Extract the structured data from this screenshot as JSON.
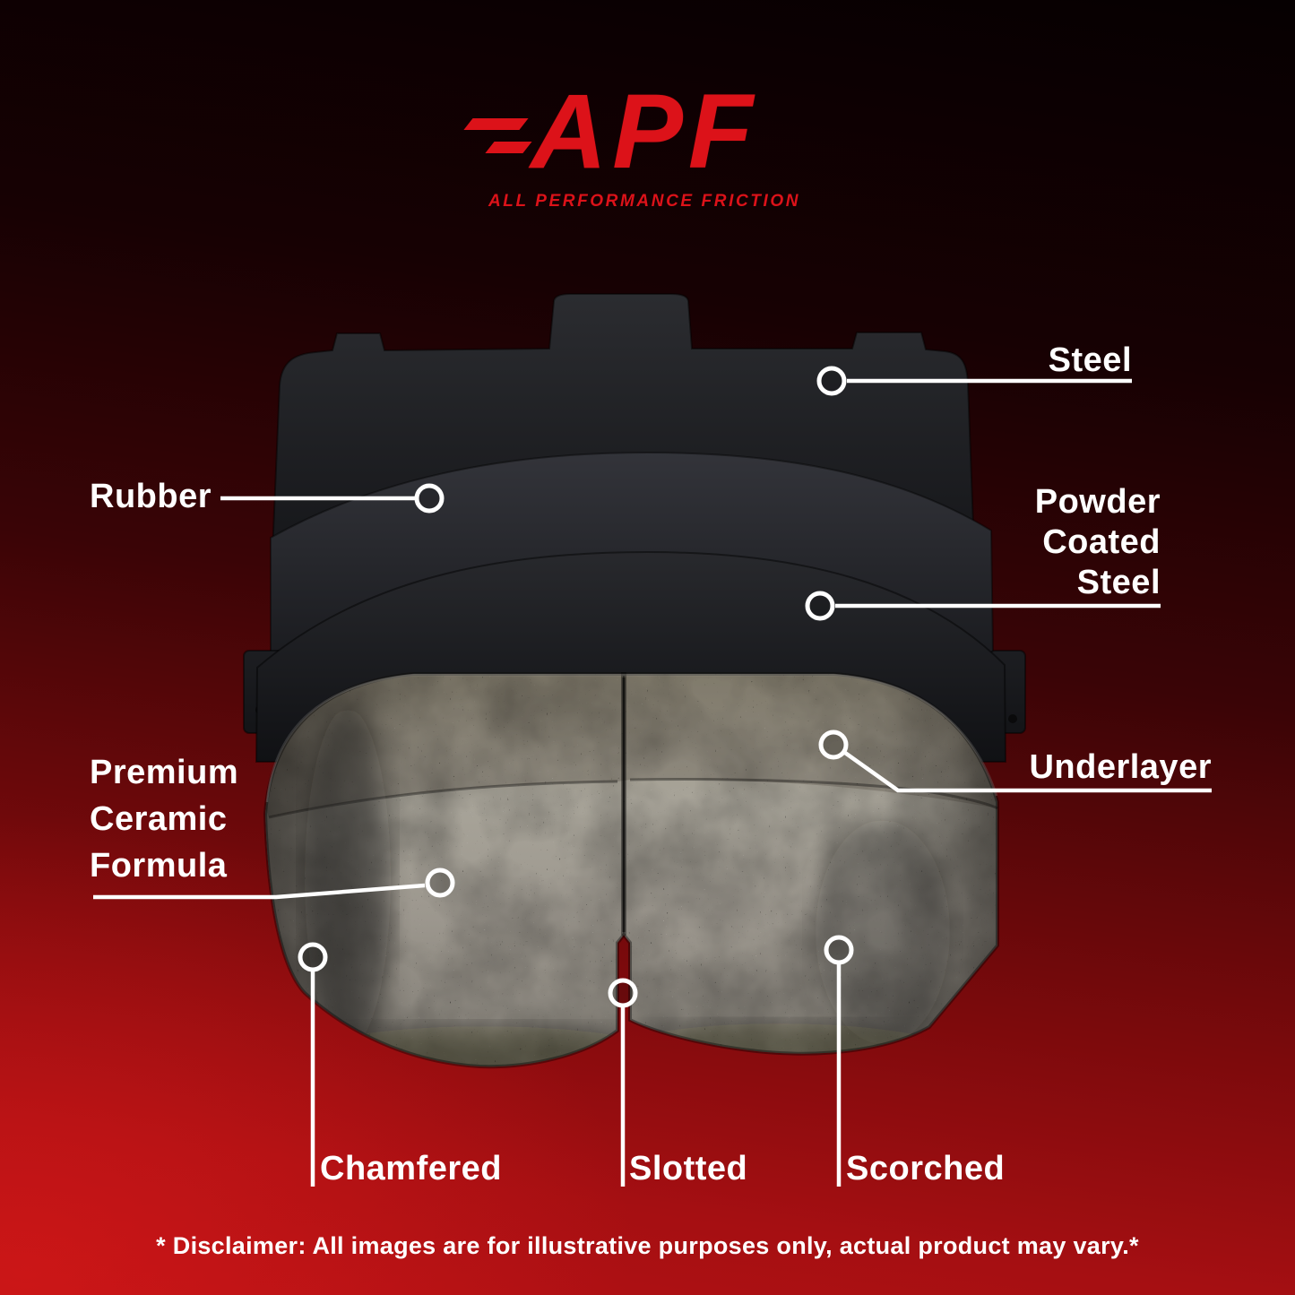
{
  "logo": {
    "text": "APF",
    "tagline": "ALL PERFORMANCE FRICTION"
  },
  "callouts": {
    "steel": {
      "label": "Steel"
    },
    "rubber": {
      "label": "Rubber"
    },
    "powder_coated_steel": {
      "lines": [
        "Powder",
        "Coated",
        "Steel"
      ]
    },
    "underlayer": {
      "label": "Underlayer"
    },
    "premium_ceramic_formula": {
      "lines": [
        "Premium",
        "Ceramic",
        "Formula"
      ]
    },
    "chamfered": {
      "label": "Chamfered"
    },
    "slotted": {
      "label": "Slotted"
    },
    "scorched": {
      "label": "Scorched"
    }
  },
  "disclaimer": {
    "text": "* Disclaimer: All images are for illustrative purposes only, actual product may vary.*"
  },
  "colors": {
    "accent_red": "#dc1219",
    "background_red": "#b41114",
    "background_dark": "#060001",
    "pad_gray": "#9b968c",
    "plate_dark": "#1b1c1f",
    "label_text": "#ffffff"
  }
}
